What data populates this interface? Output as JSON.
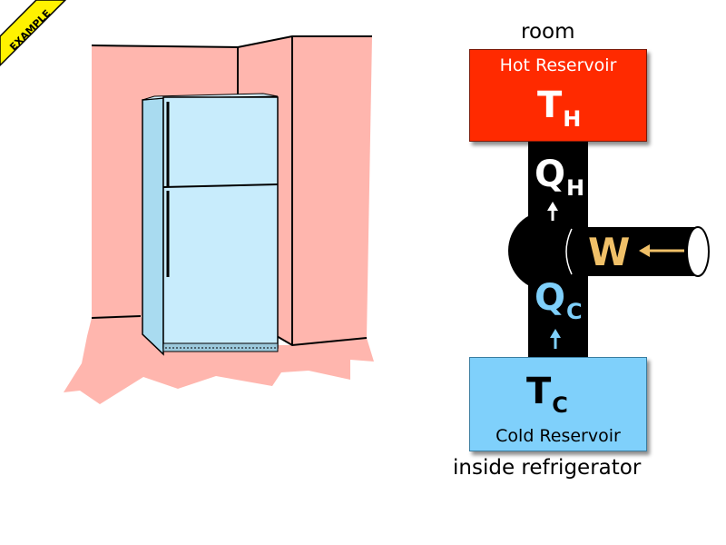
{
  "badge": {
    "text": "EXAMPLE",
    "color": "#fff200"
  },
  "labels": {
    "room": "room",
    "inside": "inside refrigerator"
  },
  "hot_reservoir": {
    "title": "Hot Reservoir",
    "symbol": "T",
    "subscript": "H",
    "color": "#ff2a00"
  },
  "cold_reservoir": {
    "title": "Cold Reservoir",
    "symbol": "T",
    "subscript": "C",
    "color": "#7fd0fb"
  },
  "heat_out": {
    "symbol": "Q",
    "subscript": "H",
    "arrow_color": "#ffffff"
  },
  "heat_in": {
    "symbol": "Q",
    "subscript": "C",
    "color": "#7fd0fb"
  },
  "work": {
    "symbol": "W",
    "color": "#f0c068"
  },
  "colors": {
    "wall": "#ffb6ae",
    "fridge": "#c8ecfc",
    "pipe": "#000000"
  }
}
